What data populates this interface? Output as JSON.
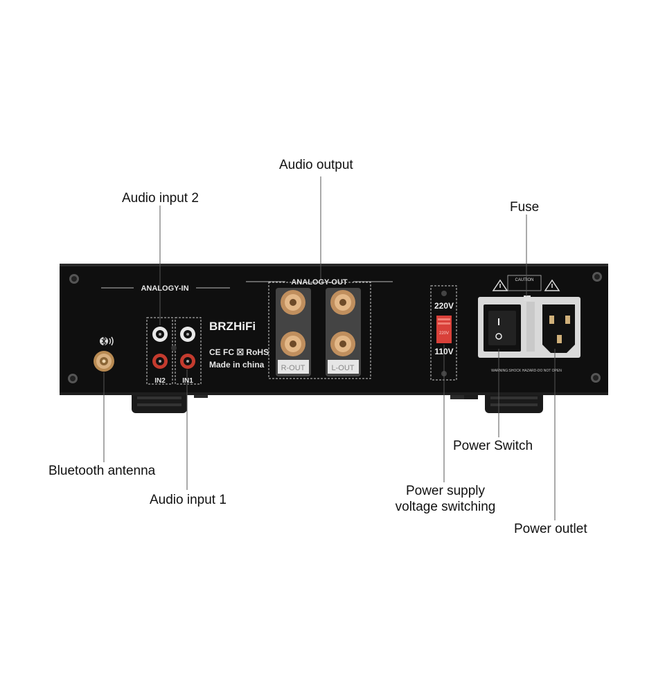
{
  "callouts": {
    "audio_output": "Audio output",
    "audio_input_2": "Audio input 2",
    "fuse": "Fuse",
    "bluetooth_antenna": "Bluetooth antenna",
    "audio_input_1": "Audio input 1",
    "power_switch": "Power Switch",
    "power_supply_line1": "Power supply",
    "power_supply_line2": "voltage switching",
    "power_outlet": "Power outlet"
  },
  "panel": {
    "analogy_in": "ANALOGY-IN",
    "analogy_out": "ANALOGY-OUT",
    "brand": "BRZHiFi",
    "cert": "CE FC ☒ RoHS",
    "made_in": "Made in china",
    "in2": "IN2",
    "in1": "IN1",
    "r_out": "R-OUT",
    "l_out": "L-OUT",
    "v220": "220V",
    "v110": "110V",
    "switch_value": "220V",
    "caution": "CAUTION",
    "warning": "WARNING:SHOCK HAZARD-DO NOT OPEN"
  },
  "colors": {
    "chassis": "#0f0f0f",
    "gold": "#d8a878",
    "rca_red": "#c43b2e",
    "voltage_switch": "#d9413a"
  }
}
